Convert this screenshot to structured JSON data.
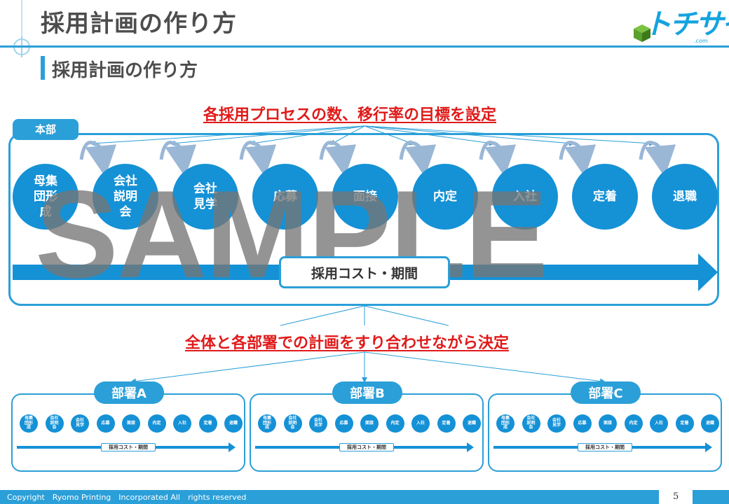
{
  "header": {
    "title": "採用計画の作り方",
    "subtitle": "採用計画の作り方",
    "logo_text": "トチサイ",
    "logo_suffix": ".com"
  },
  "main": {
    "heading_top": "各採用プロセスの数、移行率の目標を設定",
    "hq_label": "本部",
    "stages": [
      "母集\n団形\n成",
      "会社\n説明\n会",
      "会社\n見学",
      "応募",
      "面接",
      "内定",
      "入社",
      "定着",
      "退職"
    ],
    "cost_label": "採用コスト・期間",
    "watermark": "SAMPLE",
    "heading_mid": "全体と各部署での計画をすり合わせながら決定"
  },
  "departments": [
    {
      "label": "部署A"
    },
    {
      "label": "部署B"
    },
    {
      "label": "部署C"
    }
  ],
  "footer": {
    "copyright": "Copyright　Ryomo Printing　Incorporated All　rights reserved",
    "page_number": "5"
  },
  "colors": {
    "accent": "#2b9fd8",
    "circle": "#1591d6",
    "red": "#e01a1a",
    "text": "#4d4d4d"
  }
}
